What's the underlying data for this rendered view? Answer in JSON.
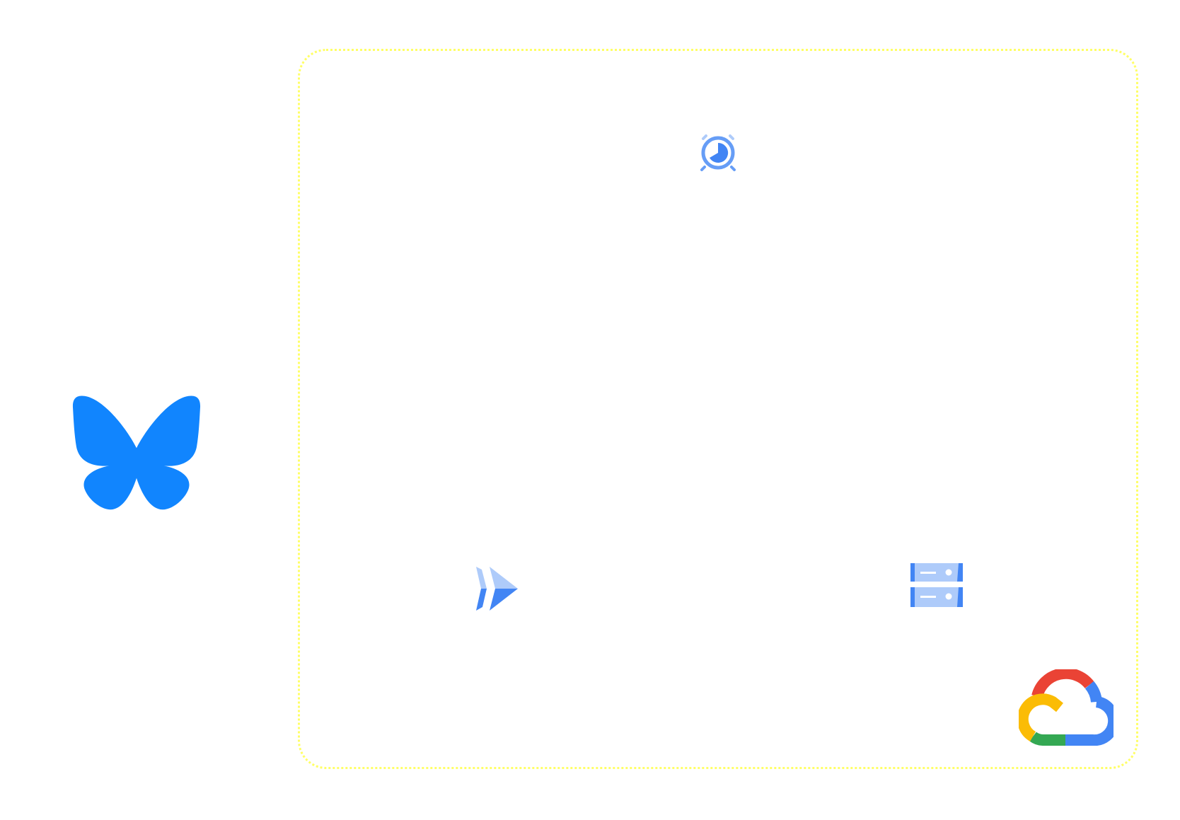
{
  "diagram": {
    "boundary": {
      "border_color": "#ffff66",
      "style": "dotted"
    },
    "nodes": [
      {
        "id": "bluesky",
        "icon": "bluesky-butterfly-icon",
        "color": "#1185fe"
      },
      {
        "id": "scheduler",
        "icon": "cloud-scheduler-icon",
        "color": "#4285f4"
      },
      {
        "id": "cloudrun",
        "icon": "cloud-run-icon",
        "color": "#4285f4"
      },
      {
        "id": "storage",
        "icon": "cloud-storage-icon",
        "color": "#4285f4"
      },
      {
        "id": "gcloud",
        "icon": "google-cloud-logo-icon",
        "colors": [
          "#ea4335",
          "#4285f4",
          "#34a853",
          "#fbbc05"
        ]
      }
    ]
  }
}
